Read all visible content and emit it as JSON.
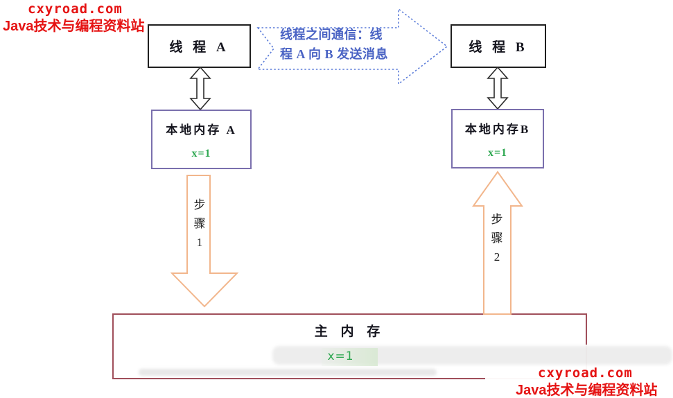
{
  "watermark_top": {
    "site": "cxyroad.com",
    "tagline": "Java技术与编程资料站"
  },
  "watermark_bottom": {
    "site": "cxyroad.com",
    "tagline": "Java技术与编程资料站"
  },
  "diagram": {
    "thread_a": {
      "label": "线 程 A"
    },
    "thread_b": {
      "label": "线 程 B"
    },
    "comm_arrow": {
      "line1": "线程之间通信：线",
      "line2": "程 A 向 B 发送消息"
    },
    "local_memory_a": {
      "label": "本地内存 A",
      "value": "x=1"
    },
    "local_memory_b": {
      "label": "本地内存B",
      "value": "x=1"
    },
    "step1": {
      "chars": [
        "步",
        "骤",
        "1"
      ]
    },
    "step2": {
      "chars": [
        "步",
        "骤",
        "2"
      ]
    },
    "main_memory": {
      "label": "主 内 存",
      "value": "x=1"
    }
  },
  "colors": {
    "watermark_red": "#e51313",
    "box_border_black": "#1f1f1f",
    "local_memory_border": "#7a6fad",
    "main_memory_border": "#a04f5a",
    "step_arrow_orange": "#f2b68c",
    "comm_arrow_blue": "#5b7cd9",
    "comm_text_blue": "#4a63c4",
    "value_green": "#2fa852"
  }
}
